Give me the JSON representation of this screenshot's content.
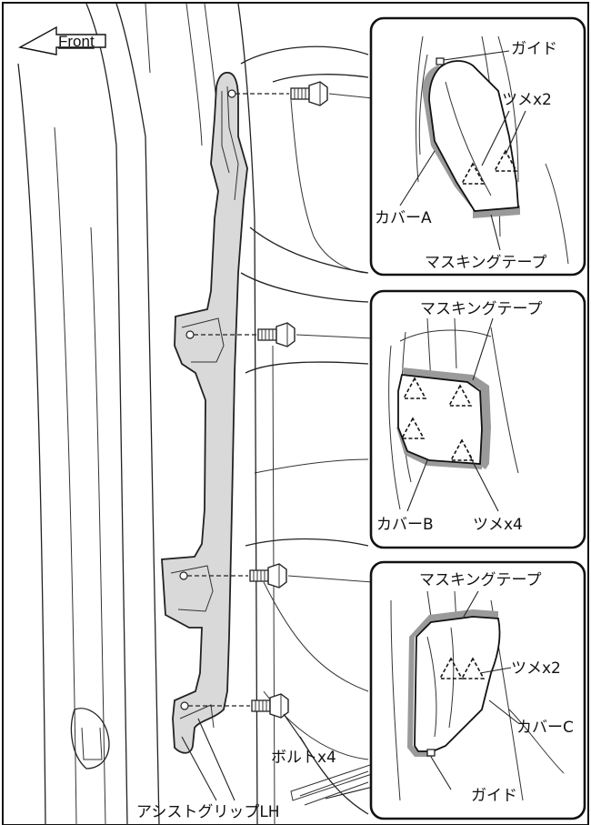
{
  "direction_label": "Front",
  "main": {
    "part_label": "アシストグリップLH",
    "bolt_label": "ボルトx4"
  },
  "detail_top": {
    "guide_label": "ガイド",
    "claw_label": "ツメx2",
    "cover_label": "カバーA",
    "tape_label": "マスキングテープ"
  },
  "detail_middle": {
    "tape_label": "マスキングテープ",
    "cover_label": "カバーB",
    "claw_label": "ツメx4"
  },
  "detail_bottom": {
    "tape_label": "マスキングテープ",
    "claw_label": "ツメx2",
    "cover_label": "カバーC",
    "guide_label": "ガイド"
  },
  "colors": {
    "grip_fill": "#d9d9d9",
    "masking_tape": "#9a9a9a",
    "line": "#222222"
  }
}
